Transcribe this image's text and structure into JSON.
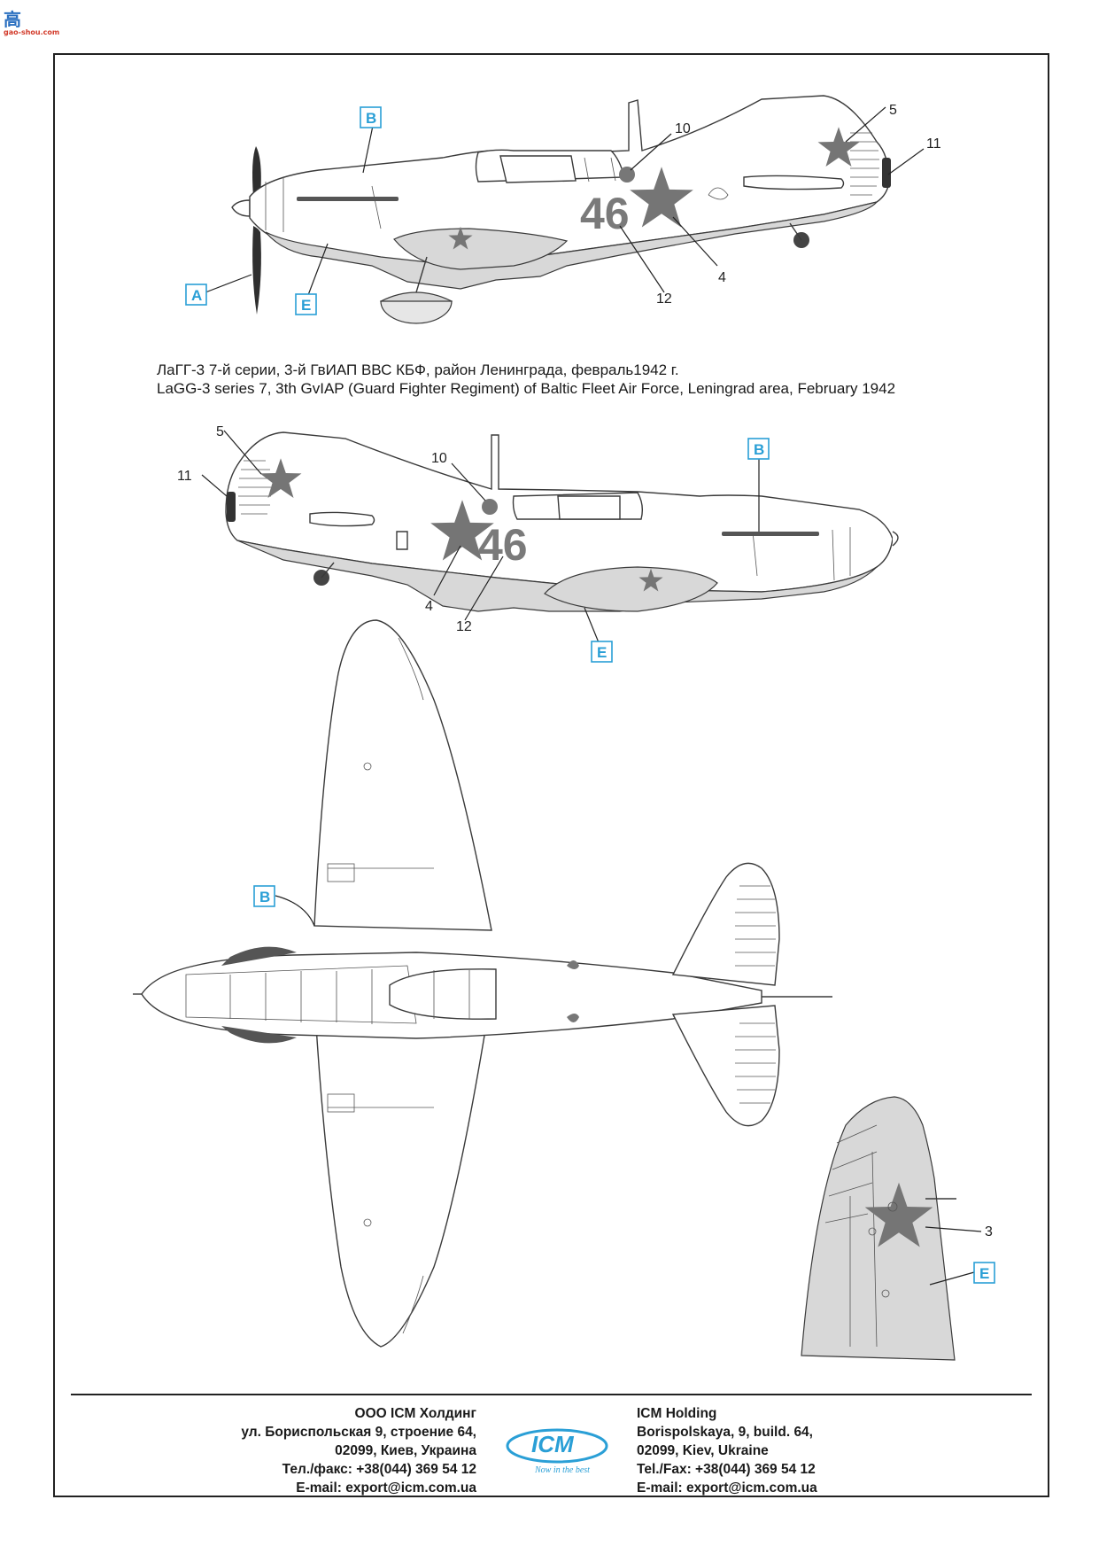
{
  "watermark": {
    "glyph": "高",
    "site": "gao-shou.com"
  },
  "caption": {
    "ru": "ЛаГГ-3 7-й серии, 3-й ГвИАП ВВС КБФ, район Ленинграда, февраль1942 г.",
    "en": "LaGG-3 series 7, 3th GvIAP (Guard Fighter Regiment) of Baltic Fleet Air Force, Leningrad area, February 1942"
  },
  "side_view_left": {
    "tail_number": "46",
    "callouts": {
      "A": "A",
      "B": "B",
      "E": "E"
    },
    "numbers": {
      "n5": "5",
      "n10": "10",
      "n11": "11",
      "n4": "4",
      "n12": "12"
    }
  },
  "side_view_right": {
    "tail_number": "46",
    "callouts": {
      "B": "B",
      "E": "E"
    },
    "numbers": {
      "n5": "5",
      "n10": "10",
      "n11": "11",
      "n4": "4",
      "n12": "12"
    }
  },
  "top_view": {
    "callouts": {
      "B": "B"
    }
  },
  "wing_underside": {
    "callouts": {
      "E": "E"
    },
    "numbers": {
      "n3": "3"
    }
  },
  "footer": {
    "ru": [
      "ООО ICM Холдинг",
      "ул. Бориспольская 9, строение 64,",
      "02099, Киев, Украина",
      "Тел./факс: +38(044) 369 54 12",
      "E-mail: export@icm.com.ua"
    ],
    "en": [
      "ICM Holding",
      "Borispolskaya, 9, build. 64,",
      "02099, Kiev, Ukraine",
      "Tel./Fax: +38(044) 369 54 12",
      "E-mail: export@icm.com.ua"
    ],
    "logo": {
      "text": "ICM",
      "slogan": "Now in the best"
    }
  },
  "colors": {
    "callout_blue": "#2a9fd6",
    "camo_grey": "#d8d8d8",
    "marking_grey": "#757575",
    "line": "#3a3a3a"
  }
}
